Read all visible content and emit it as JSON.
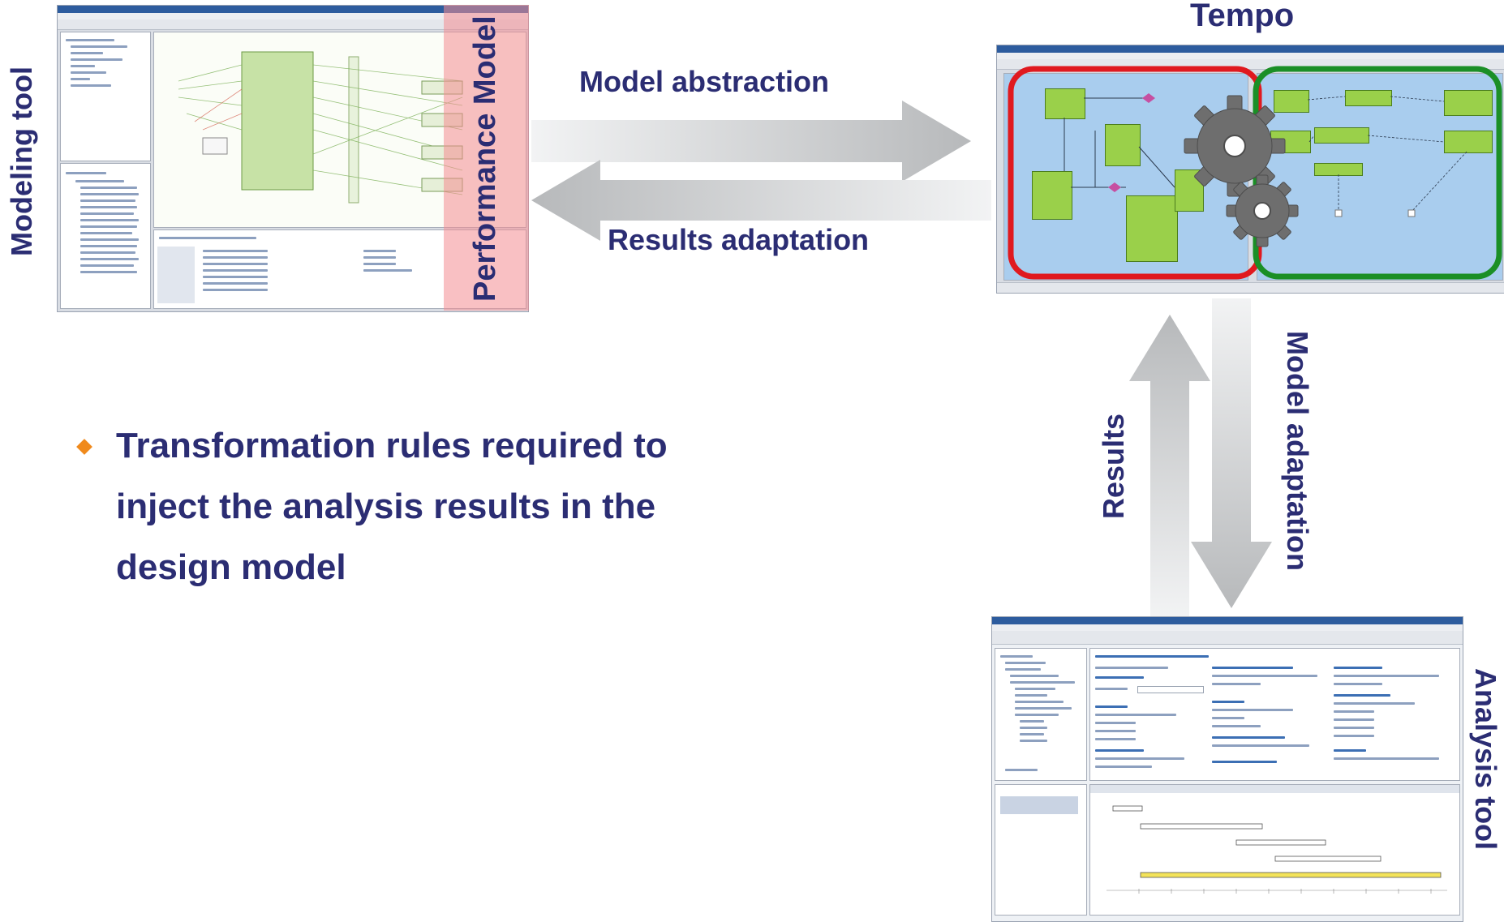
{
  "labels": {
    "modeling_tool": "Modeling tool",
    "performance_model": "Performance Model",
    "tempo": "Tempo",
    "model_abstraction": "Model abstraction",
    "results_adaptation": "Results adaptation",
    "results": "Results",
    "model_adaptation": "Model adaptation",
    "analysis_tool": "Analysis tool"
  },
  "bullet": {
    "lines": [
      "Transformation rules required to",
      "inject the analysis results in the",
      "design model"
    ]
  },
  "colors": {
    "label_text": "#2b2d73",
    "bullet_marker": "#f08a1c",
    "arrow_gray": "#c4c6c8",
    "performance_band": "#f4a3a6",
    "red_outline": "#e0191f",
    "green_outline": "#1b8f26",
    "gear": "#6e6e6e"
  },
  "screenshots": {
    "modeling_tool": "Eclipse modeling tool screenshot",
    "tempo": "Tempo transformation tool screenshot",
    "analysis_tool": "SymTA/S analysis tool screenshot"
  },
  "gears": {
    "count": 2
  }
}
